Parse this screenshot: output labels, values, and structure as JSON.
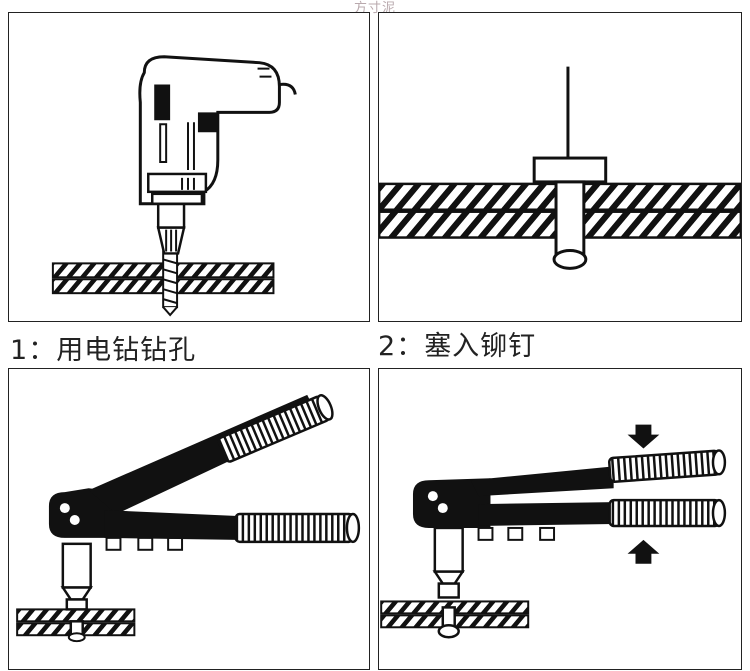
{
  "watermark": "方寸泥",
  "steps": [
    {
      "number": "1",
      "sep": "：",
      "text": "用电钻钻孔"
    },
    {
      "number": "2",
      "sep": "：",
      "text": "塞入铆钉"
    }
  ]
}
